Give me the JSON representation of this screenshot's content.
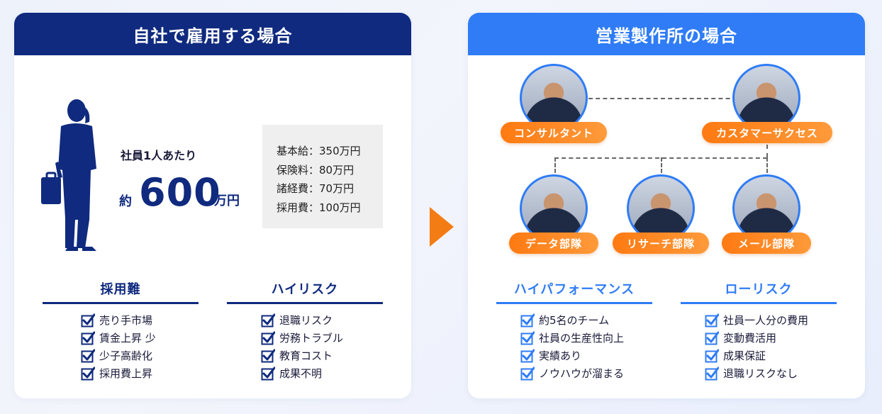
{
  "colors": {
    "navy": "#0f2a7e",
    "blue": "#2f7cf6",
    "orange": "#ff7a12"
  },
  "left": {
    "title": "自社で雇用する場合",
    "per_label": "社員1人あたり",
    "prefix": "約",
    "amount": "600",
    "unit": "万円",
    "costs": [
      "基本給：350万円",
      "保険料：80万円",
      "諸経費：70万円",
      "採用費：100万円"
    ],
    "col1": {
      "heading": "採用難",
      "items": [
        "売り手市場",
        "賃金上昇 少",
        "少子高齢化",
        "採用費上昇"
      ]
    },
    "col2": {
      "heading": "ハイリスク",
      "items": [
        "退職リスク",
        "労務トラブル",
        "教育コスト",
        "成果不明"
      ]
    }
  },
  "right": {
    "title": "営業製作所の場合",
    "roles": [
      "コンサルタント",
      "カスタマーサクセス",
      "データ部隊",
      "リサーチ部隊",
      "メール部隊"
    ],
    "col1": {
      "heading": "ハイパフォーマンス",
      "items": [
        "約5名のチーム",
        "社員の生産性向上",
        "実績あり",
        "ノウハウが溜まる"
      ]
    },
    "col2": {
      "heading": "ローリスク",
      "items": [
        "社員一人分の費用",
        "変動費活用",
        "成果保証",
        "退職リスクなし"
      ]
    }
  }
}
